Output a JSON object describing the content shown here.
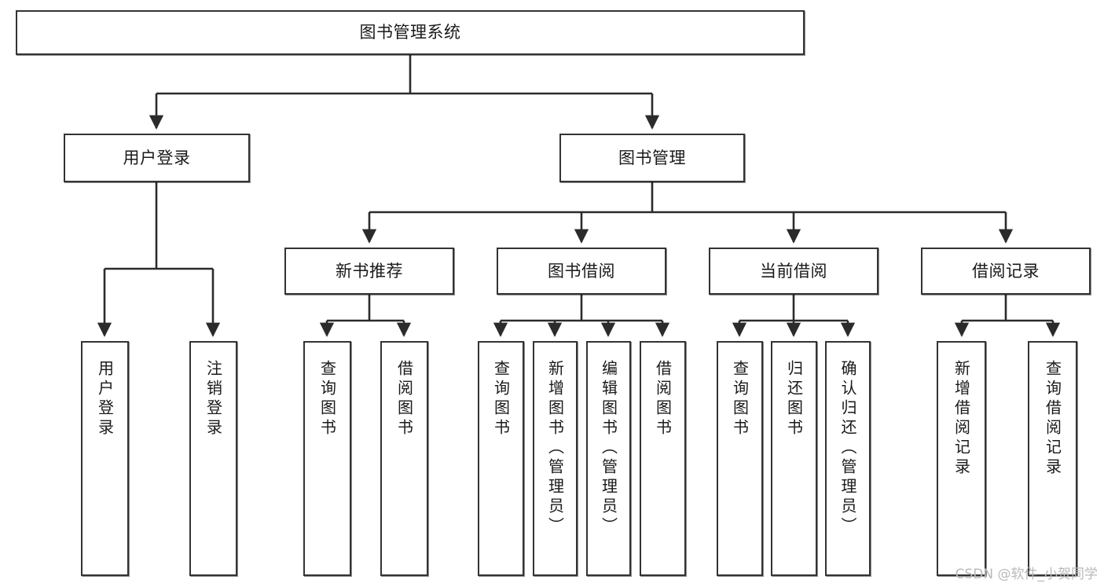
{
  "diagram": {
    "type": "tree-hierarchy",
    "title": "图书管理系统",
    "watermark": "CSDN @软件_小贺同学",
    "colors": {
      "box_border": "#333333",
      "box_fill": "#ffffff",
      "connector": "#2b2b2b",
      "text": "#1a1a1a",
      "watermark": "#b9b9b9"
    },
    "nodes": {
      "root": {
        "label": "图书管理系统",
        "orientation": "horizontal"
      },
      "level2": [
        {
          "id": "user-login",
          "label": "用户登录",
          "orientation": "horizontal"
        },
        {
          "id": "book-manage",
          "label": "图书管理",
          "orientation": "horizontal"
        }
      ],
      "level3": [
        {
          "id": "new-book-recommend",
          "label": "新书推荐",
          "orientation": "horizontal"
        },
        {
          "id": "book-borrow",
          "label": "图书借阅",
          "orientation": "horizontal"
        },
        {
          "id": "current-borrow",
          "label": "当前借阅",
          "orientation": "horizontal"
        },
        {
          "id": "borrow-record",
          "label": "借阅记录",
          "orientation": "horizontal"
        }
      ],
      "leaves": [
        {
          "id": "leaf-user-login",
          "label": "用户登录",
          "parent": "user-login",
          "orientation": "vertical"
        },
        {
          "id": "leaf-user-logout",
          "label": "注销登录",
          "parent": "user-login",
          "orientation": "vertical"
        },
        {
          "id": "leaf-query-book-1",
          "label": "查询图书",
          "parent": "new-book-recommend",
          "orientation": "vertical"
        },
        {
          "id": "leaf-borrow-book-1",
          "label": "借阅图书",
          "parent": "new-book-recommend",
          "orientation": "vertical"
        },
        {
          "id": "leaf-query-book-2",
          "label": "查询图书",
          "parent": "book-borrow",
          "orientation": "vertical"
        },
        {
          "id": "leaf-add-book",
          "label": "新增图书（管理员）",
          "parent": "book-borrow",
          "orientation": "vertical"
        },
        {
          "id": "leaf-edit-book",
          "label": "编辑图书（管理员）",
          "parent": "book-borrow",
          "orientation": "vertical"
        },
        {
          "id": "leaf-borrow-book-2",
          "label": "借阅图书",
          "parent": "book-borrow",
          "orientation": "vertical"
        },
        {
          "id": "leaf-query-book-3",
          "label": "查询图书",
          "parent": "current-borrow",
          "orientation": "vertical"
        },
        {
          "id": "leaf-return-book",
          "label": "归还图书",
          "parent": "current-borrow",
          "orientation": "vertical"
        },
        {
          "id": "leaf-confirm-return",
          "label": "确认归还（管理员）",
          "parent": "current-borrow",
          "orientation": "vertical"
        },
        {
          "id": "leaf-add-record",
          "label": "新增借阅记录",
          "parent": "borrow-record",
          "orientation": "vertical"
        },
        {
          "id": "leaf-query-record",
          "label": "查询借阅记录",
          "parent": "borrow-record",
          "orientation": "vertical"
        }
      ]
    }
  }
}
